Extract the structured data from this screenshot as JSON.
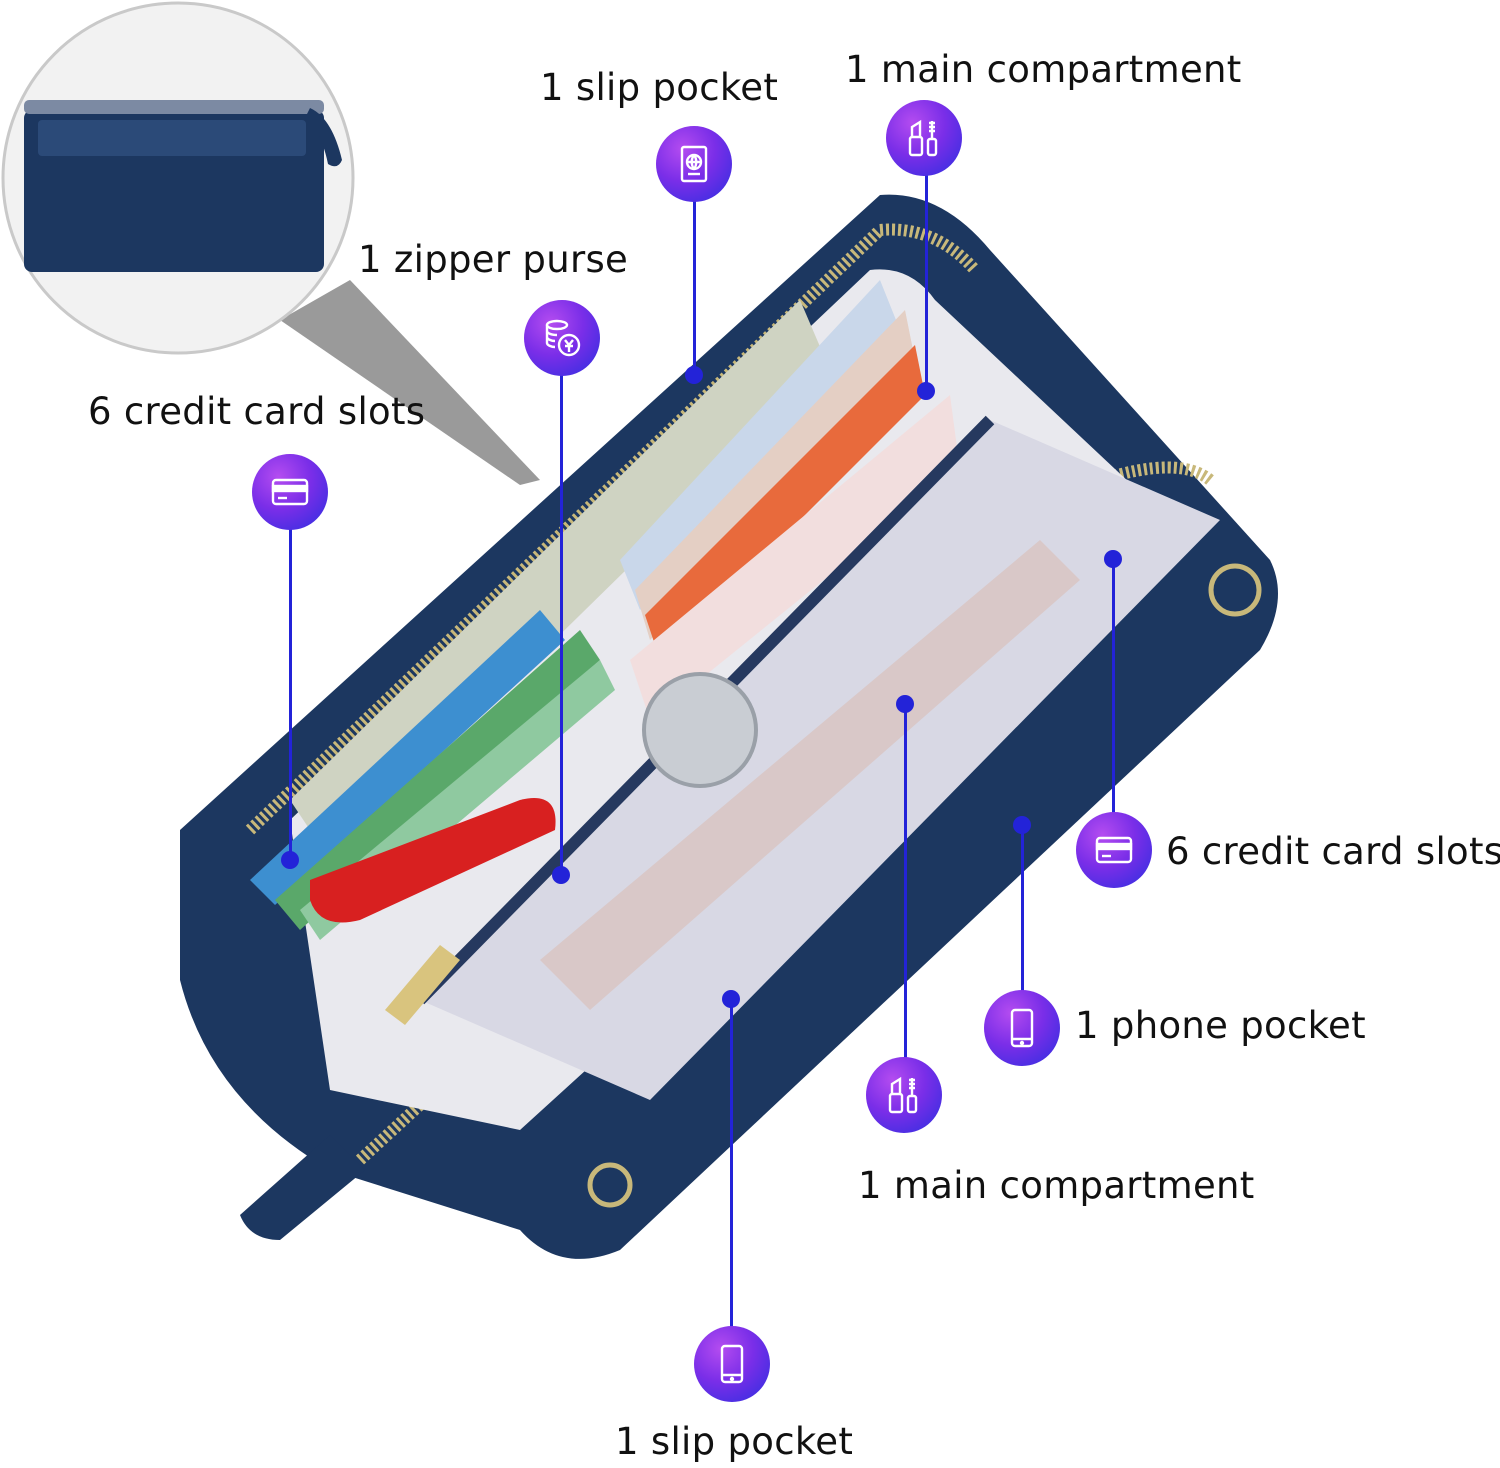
{
  "accent_color": "#2323d8",
  "badge_gradient": [
    "#b44cf0",
    "#7a2ee8",
    "#2b2fe0"
  ],
  "wallet_color": "#1c3760",
  "labels": {
    "slip_pocket_top": "1 slip pocket",
    "main_compartment_top": "1 main compartment",
    "zipper_purse": "1 zipper purse",
    "credit_card_slots_left": "6 credit card slots",
    "credit_card_slots_right": "6 credit card slots",
    "phone_pocket": "1 phone pocket",
    "main_compartment_bottom": "1 main compartment",
    "slip_pocket_bottom": "1 slip pocket"
  },
  "icons": {
    "slip_pocket_top": "passport-icon",
    "main_compartment_top": "lipstick-mascara-icon",
    "zipper_purse": "coins-icon",
    "credit_card_slots_left": "credit-card-icon",
    "credit_card_slots_right": "credit-card-icon",
    "phone_pocket": "phone-icon",
    "main_compartment_bottom": "lipstick-mascara-icon",
    "slip_pocket_bottom": "phone-icon"
  }
}
